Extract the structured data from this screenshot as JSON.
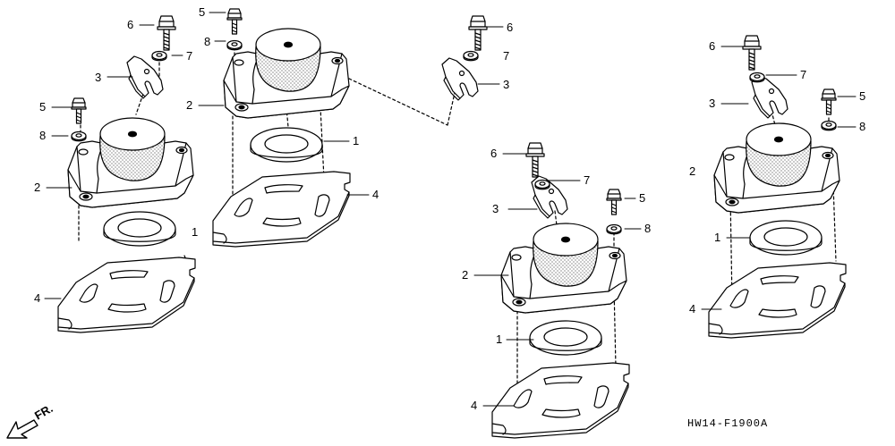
{
  "diagram": {
    "code": "HW14-F1900A",
    "direction_label": "FR.",
    "callouts": {
      "a1": "1",
      "a2": "2",
      "a4": "4",
      "a5": "5",
      "a8": "8",
      "a3": "3",
      "a6": "6",
      "a7": "7",
      "b1": "1",
      "b2": "2",
      "b4": "4",
      "b5": "5",
      "b8": "8",
      "c3": "3",
      "c6": "6",
      "c7": "7",
      "d1": "1",
      "d2": "2",
      "d3": "3",
      "d4": "4",
      "d5": "5",
      "d6": "6",
      "d7": "7",
      "d8": "8",
      "e1": "1",
      "e2": "2",
      "e3": "3",
      "e4": "4",
      "e5": "5",
      "e6": "6",
      "e7": "7",
      "e8": "8"
    }
  }
}
